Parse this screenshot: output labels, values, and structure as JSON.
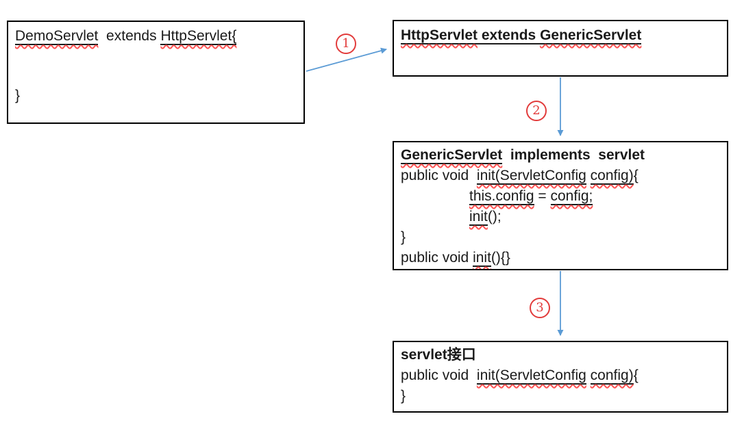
{
  "colors": {
    "arrow_blue": "#5b9bd5",
    "marker_red": "#e23b3b",
    "underline_black": "#1a1a1a",
    "wavy_red": "#ff5252",
    "box_border": "#000000",
    "background": "#ffffff"
  },
  "markers": [
    {
      "label": "1"
    },
    {
      "label": "2"
    },
    {
      "label": "3"
    }
  ],
  "boxes": [
    {
      "name": "demo-servlet-box",
      "lines": [
        {
          "segs": [
            {
              "t": "DemoServlet",
              "u": 1,
              "w": 1
            },
            {
              "t": "  extends "
            },
            {
              "t": "HttpServlet{",
              "u": 1,
              "w": 1
            }
          ]
        },
        {
          "segs": []
        },
        {
          "segs": []
        },
        {
          "segs": [
            {
              "t": "}"
            }
          ]
        }
      ]
    },
    {
      "name": "http-servlet-box",
      "lines": [
        {
          "segs": [
            {
              "t": "HttpServlet",
              "b": 1,
              "u": 1,
              "w": 1
            },
            {
              "t": " extends ",
              "b": 1,
              "u": 1
            },
            {
              "t": "GenericServlet",
              "b": 1,
              "u": 1,
              "w": 1
            }
          ]
        }
      ]
    },
    {
      "name": "generic-servlet-box",
      "lines": [
        {
          "segs": [
            {
              "t": "GenericServlet",
              "b": 1,
              "u": 1,
              "w": 1
            },
            {
              "t": "  implements  servlet",
              "b": 1
            }
          ]
        },
        {
          "segs": [
            {
              "t": "public void  "
            },
            {
              "t": "init(ServletConfig",
              "u": 1,
              "w": 1
            },
            {
              "t": " "
            },
            {
              "t": "config)",
              "u": 1,
              "w": 1
            },
            {
              "t": "{"
            }
          ]
        },
        {
          "ind": 1,
          "segs": [
            {
              "t": "this.config",
              "u": 1,
              "w": 1
            },
            {
              "t": " = "
            },
            {
              "t": "config;",
              "u": 1,
              "w": 1
            }
          ]
        },
        {
          "ind": 1,
          "segs": [
            {
              "t": "init",
              "u": 1,
              "w": 1
            },
            {
              "t": "();"
            }
          ]
        },
        {
          "segs": [
            {
              "t": "}"
            }
          ]
        },
        {
          "segs": [
            {
              "t": "public void "
            },
            {
              "t": "init",
              "u": 1,
              "w": 1
            },
            {
              "t": "(){}"
            }
          ]
        }
      ]
    },
    {
      "name": "servlet-interface-box",
      "lines": [
        {
          "segs": [
            {
              "t": "servlet接口",
              "b": 1
            }
          ]
        },
        {
          "segs": [
            {
              "t": "public void  "
            },
            {
              "t": "init(ServletConfig",
              "u": 1,
              "w": 1
            },
            {
              "t": " "
            },
            {
              "t": "config)",
              "u": 1,
              "w": 1
            },
            {
              "t": "{"
            }
          ]
        },
        {
          "segs": [
            {
              "t": "}"
            }
          ]
        }
      ]
    }
  ]
}
